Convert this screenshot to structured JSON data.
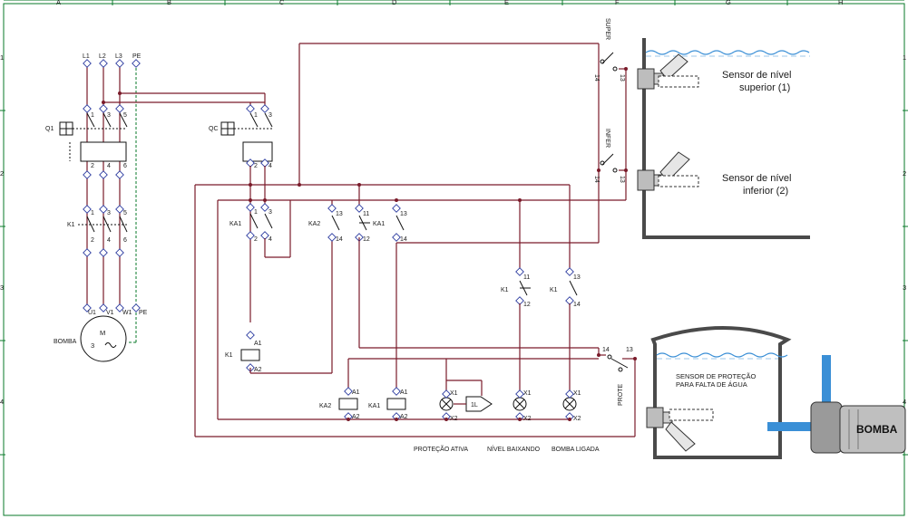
{
  "frame": {
    "column_labels": [
      "A",
      "B",
      "C",
      "D",
      "E",
      "F",
      "G",
      "H"
    ],
    "row_labels": [
      "1",
      "2",
      "3",
      "4"
    ]
  },
  "power": {
    "lines": [
      "L1",
      "L2",
      "L3",
      "PE"
    ],
    "breaker_main": "Q1",
    "breaker_ctrl": "QC",
    "contactor": "K1",
    "motor": {
      "label": "BOMBA",
      "letter": "M",
      "phases": "3",
      "terminals": [
        "U1",
        "V1",
        "W1",
        "PE"
      ]
    },
    "terminals_top": [
      "1",
      "3",
      "5"
    ],
    "terminals_bot": [
      "2",
      "4",
      "6"
    ]
  },
  "control": {
    "ka1": "KA1",
    "ka2": "KA2",
    "k1": "K1",
    "no_a": "13",
    "no_b": "14",
    "nc_a": "11",
    "nc_b": "12",
    "coil_a1": "A1",
    "coil_a2": "A2",
    "lamp_x1": "X1",
    "lamp_x2": "X2",
    "t1": "1",
    "t2": "2",
    "t3": "3",
    "t4": "4",
    "pulse": "1L",
    "sensor_super": "SUPER",
    "sensor_infer": "INFER",
    "sensor_prote": "PROTE"
  },
  "legend": {
    "lamp1": "PROTEÇÃO ATIVA",
    "lamp2": "NÍVEL BAIXANDO",
    "lamp3": "BOMBA LIGADA"
  },
  "tank": {
    "sensor_upper": [
      "Sensor de nível",
      "superior (1)"
    ],
    "sensor_lower": [
      "Sensor de nível",
      "inferior (2)"
    ],
    "protection": [
      "SENSOR DE PROTEÇÃO",
      "PARA FALTA DE ÁGUA"
    ],
    "pump_label": "BOMBA"
  },
  "colors": {
    "wire": "#7a1b2a",
    "pe": "#0a7a2a",
    "terminal": "#2a3aa0",
    "water": "#3a8fd6"
  }
}
